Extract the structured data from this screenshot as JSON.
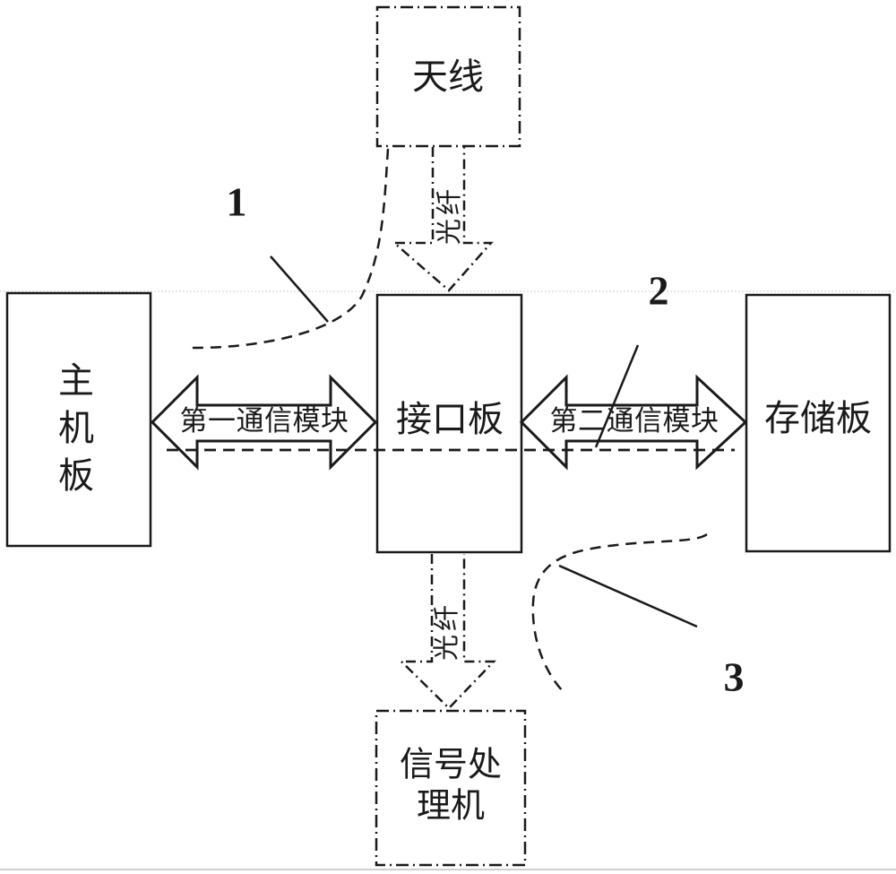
{
  "figure": {
    "background_color": "#ffffff",
    "ink_color": "#1a1a1a",
    "boxes": {
      "antenna": {
        "label": "天线",
        "border_style": "dash-dot"
      },
      "main_board": {
        "label": "主机板",
        "border_style": "solid"
      },
      "interface_board": {
        "label": "接口板",
        "border_style": "solid"
      },
      "storage_board": {
        "label": "存储板",
        "border_style": "solid"
      },
      "signal_processor": {
        "label": "信号处理机",
        "border_style": "dash-dot"
      }
    },
    "connectors": {
      "fiber_top": {
        "label": "光纤",
        "style": "dash-dot hollow arrow down"
      },
      "fiber_bottom": {
        "label": "光纤",
        "style": "dash-dot hollow arrow down"
      },
      "comm_module_1": {
        "label": "第一通信模块",
        "style": "solid double-headed arrow"
      },
      "comm_module_2": {
        "label": "第二通信模块",
        "style": "solid double-headed arrow"
      }
    },
    "references": {
      "ref1": {
        "label": "1"
      },
      "ref2": {
        "label": "2"
      },
      "ref3": {
        "label": "3"
      }
    }
  }
}
